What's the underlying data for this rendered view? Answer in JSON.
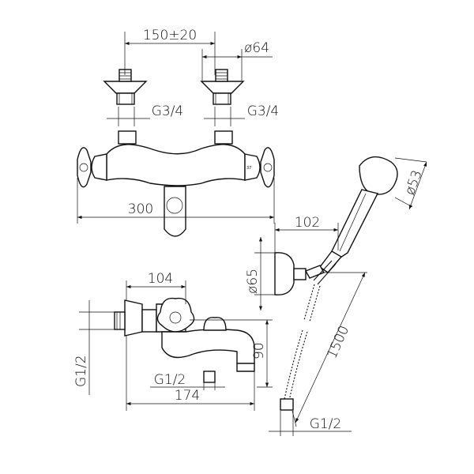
{
  "title": "Thermostatic bath mixer technical drawing",
  "dimensions": {
    "inlet_spacing": "150±20",
    "escutcheon_diameter": "ø64",
    "inlet_thread_left": "G3/4",
    "inlet_thread_right": "G3/4",
    "overall_width": "300",
    "holder_projection": "102",
    "handshower_diameter": "ø53",
    "holder_diameter": "ø65",
    "side_depth": "104",
    "hose_length": "1500",
    "spout_height": "90",
    "side_inlet_thread": "G1/2",
    "spout_outlet_thread": "G1/2",
    "spout_projection": "174",
    "hose_thread": "G1/2"
  },
  "body_marking": "37",
  "colors": {
    "line": "#111111",
    "background": "#ffffff"
  }
}
